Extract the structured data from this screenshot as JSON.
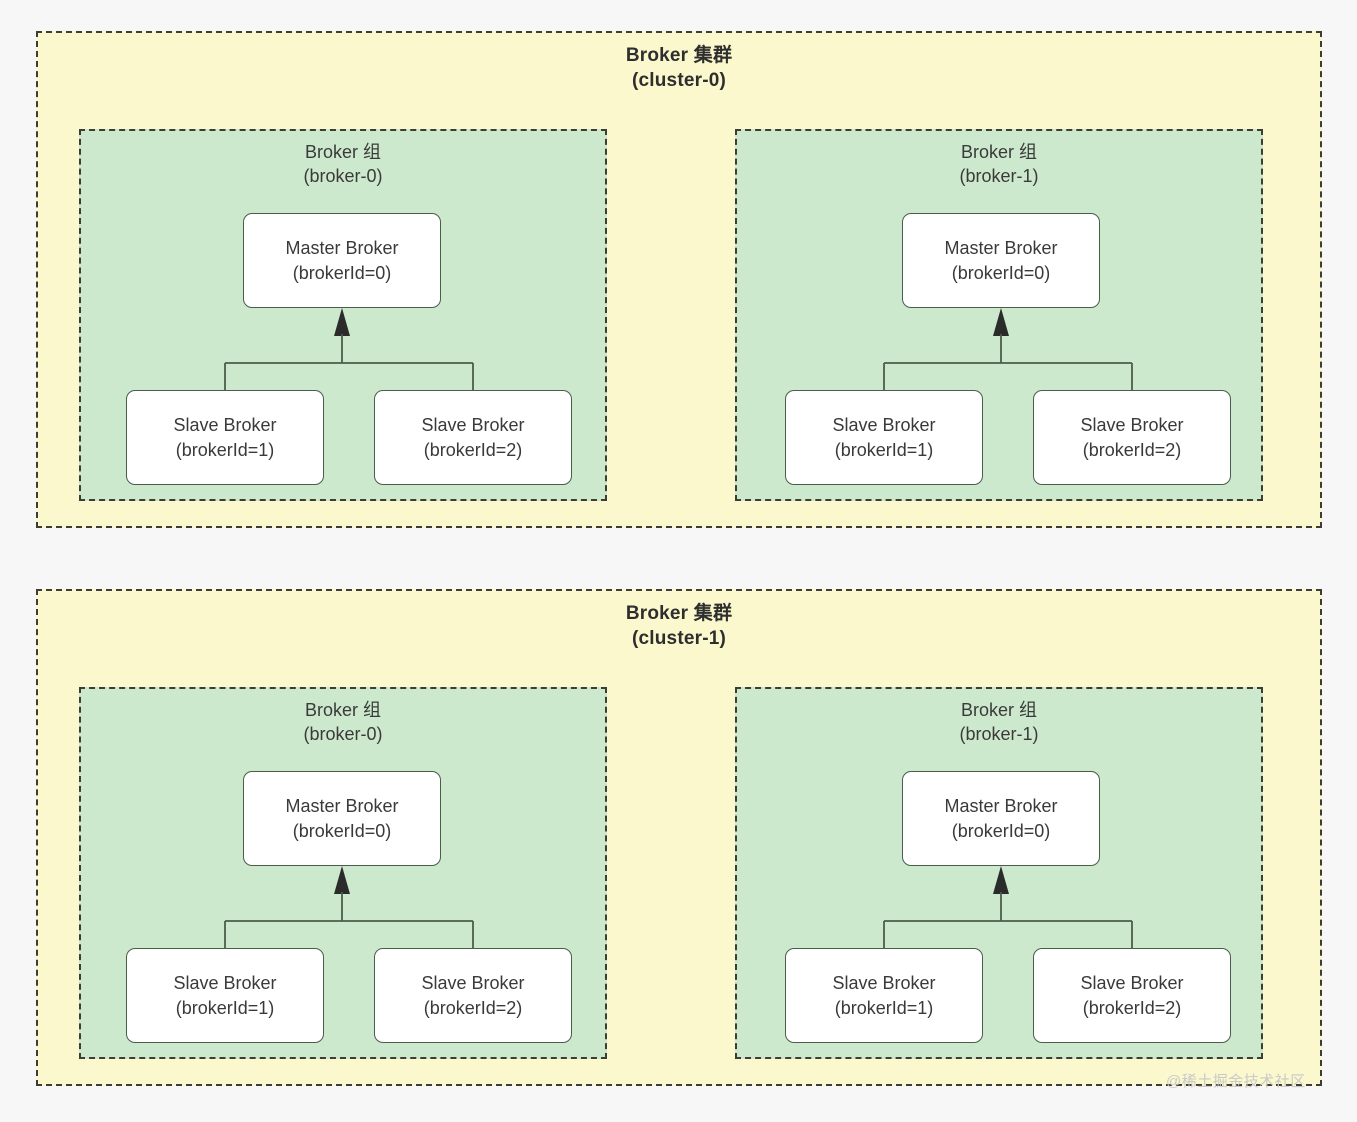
{
  "page": {
    "background_color": "#f7f7f8",
    "watermark": "@稀土掘金技术社区"
  },
  "palette": {
    "cluster_fill": "#fbf8cd",
    "group_fill": "#cde9cd",
    "node_fill": "#ffffff",
    "dash_border": "#3d3d35",
    "node_border": "#4b5c4b",
    "text": "#3a3a3a",
    "arrow": "#2b2b2b"
  },
  "clusters": [
    {
      "title_line1": "Broker 集群",
      "title_line2": "(cluster-0)",
      "groups": [
        {
          "title_line1": "Broker 组",
          "title_line2": "(broker-0)",
          "nodes": [
            {
              "role": "Master Broker",
              "id_label": "(brokerId=0)"
            },
            {
              "role": "Slave Broker",
              "id_label": "(brokerId=1)"
            },
            {
              "role": "Slave Broker",
              "id_label": "(brokerId=2)"
            }
          ]
        },
        {
          "title_line1": "Broker 组",
          "title_line2": "(broker-1)",
          "nodes": [
            {
              "role": "Master Broker",
              "id_label": "(brokerId=0)"
            },
            {
              "role": "Slave Broker",
              "id_label": "(brokerId=1)"
            },
            {
              "role": "Slave Broker",
              "id_label": "(brokerId=2)"
            }
          ]
        }
      ]
    },
    {
      "title_line1": "Broker 集群",
      "title_line2": "(cluster-1)",
      "groups": [
        {
          "title_line1": "Broker 组",
          "title_line2": "(broker-0)",
          "nodes": [
            {
              "role": "Master Broker",
              "id_label": "(brokerId=0)"
            },
            {
              "role": "Slave Broker",
              "id_label": "(brokerId=1)"
            },
            {
              "role": "Slave Broker",
              "id_label": "(brokerId=2)"
            }
          ]
        },
        {
          "title_line1": "Broker 组",
          "title_line2": "(broker-1)",
          "nodes": [
            {
              "role": "Master Broker",
              "id_label": "(brokerId=0)"
            },
            {
              "role": "Slave Broker",
              "id_label": "(brokerId=1)"
            },
            {
              "role": "Slave Broker",
              "id_label": "(brokerId=2)"
            }
          ]
        }
      ]
    }
  ],
  "text": {
    "cluster0_title": "Broker 集群\n(cluster-0)",
    "cluster1_title": "Broker 集群\n(cluster-1)",
    "group_b0_title": "Broker 组\n(broker-0)",
    "group_b1_title": "Broker 组\n(broker-1)",
    "master": "Master Broker\n(brokerId=0)",
    "slave1": "Slave Broker\n(brokerId=1)",
    "slave2": "Slave Broker\n(brokerId=2)"
  }
}
